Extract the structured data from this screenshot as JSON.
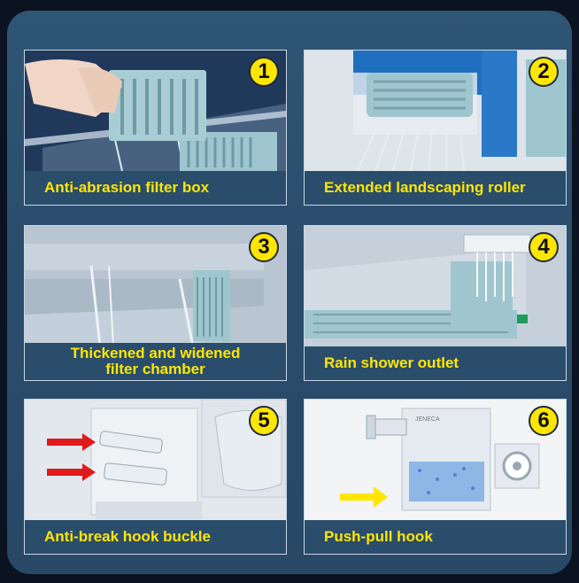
{
  "panels": [
    {
      "number": "1",
      "caption": "Anti-abrasion filter box"
    },
    {
      "number": "2",
      "caption": "Extended landscaping roller"
    },
    {
      "number": "3",
      "caption_line1": "Thickened and widened",
      "caption_line2": "filter chamber"
    },
    {
      "number": "4",
      "caption": "Rain shower outlet"
    },
    {
      "number": "5",
      "caption": "Anti-break hook buckle"
    },
    {
      "number": "6",
      "caption": "Push-pull hook"
    }
  ],
  "product_label": "JENECA",
  "colors": {
    "frame": "#2f5575",
    "caption_bg": "#2a4d6c",
    "caption_text": "#ffe600",
    "badge": "#ffe600",
    "filter_box": "#9fc6cf"
  }
}
